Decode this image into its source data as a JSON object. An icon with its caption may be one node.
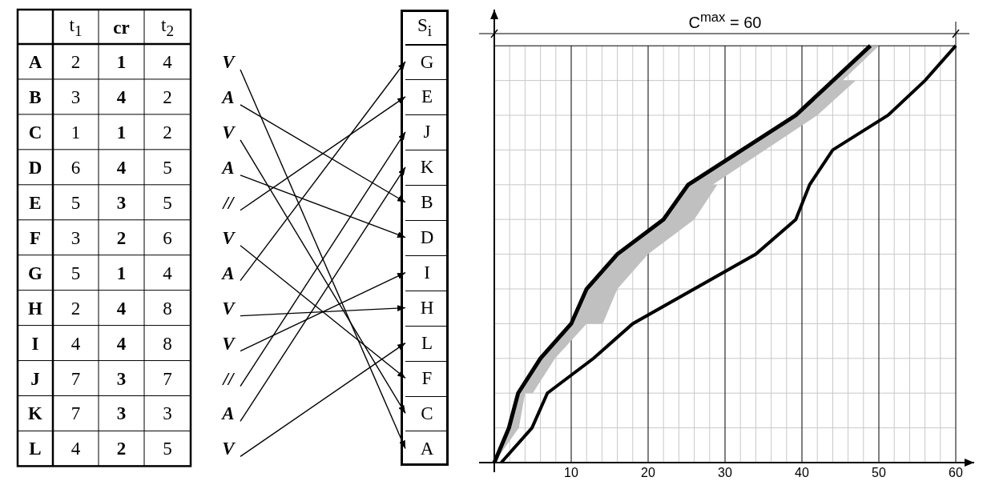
{
  "diagram": {
    "nodes": [
      {
        "text": [
          "V"
        ]
      },
      {
        "text": [
          "A"
        ]
      },
      {
        "text": [
          "V"
        ]
      },
      {
        "text": [
          "A"
        ]
      },
      {
        "text": [
          "//"
        ]
      },
      {
        "text": [
          "V"
        ]
      },
      {
        "text": [
          "A"
        ]
      },
      {
        "text": [
          "V"
        ]
      },
      {
        "text": [
          "V"
        ]
      },
      {
        "text": [
          "//"
        ]
      },
      {
        "text": [
          "A"
        ]
      },
      {
        "text": [
          "V"
        ]
      },
      {
        "text": [
          "G"
        ]
      },
      {
        "text": [
          "E"
        ]
      },
      {
        "text": [
          "J"
        ]
      },
      {
        "text": [
          "K"
        ]
      },
      {
        "text": [
          "B"
        ]
      },
      {
        "text": [
          "D"
        ]
      },
      {
        "text": [
          "I"
        ]
      },
      {
        "text": [
          "H"
        ]
      },
      {
        "text": [
          "L"
        ]
      },
      {
        "text": [
          "F"
        ]
      },
      {
        "text": [
          "C"
        ]
      },
      {
        "text": [
          "A"
        ]
      }
    ],
    "edges": [
      {
        "from": 0,
        "to": 23,
        "arrow": "to"
      },
      {
        "from": 1,
        "to": 16,
        "arrow": "to"
      },
      {
        "from": 2,
        "to": 22,
        "arrow": "to"
      },
      {
        "from": 3,
        "to": 17,
        "arrow": "to"
      },
      {
        "from": 4,
        "to": 13,
        "arrow": "to"
      },
      {
        "from": 5,
        "to": 21,
        "arrow": "to"
      },
      {
        "from": 6,
        "to": 12,
        "arrow": "to"
      },
      {
        "from": 7,
        "to": 19,
        "arrow": "to"
      },
      {
        "from": 8,
        "to": 18,
        "arrow": "to"
      },
      {
        "from": 9,
        "to": 14,
        "arrow": "to"
      },
      {
        "from": 10,
        "to": 15,
        "arrow": "to"
      },
      {
        "from": 11,
        "to": 20,
        "arrow": "to"
      }
    ],
    "labels": [
      "t$_{1}$",
      "cr",
      "t$_{2}$",
      "A",
      "2",
      "1",
      "4",
      "B",
      "3",
      "4",
      "2",
      "C",
      "1",
      "1",
      "2",
      "D",
      "6",
      "4",
      "5",
      "E",
      "5",
      "3",
      "5",
      "F",
      "3",
      "2",
      "6",
      "G",
      "5",
      "1",
      "4",
      "H",
      "2",
      "4",
      "8",
      "I",
      "4",
      "4",
      "8",
      "J",
      "7",
      "3",
      "7",
      "K",
      "7",
      "3",
      "3",
      "L",
      "4",
      "2",
      "5",
      "S$_{i}$",
      "C$^{max}$ = 60",
      "10",
      "20",
      "30",
      "40",
      "50",
      "60"
    ]
  }
}
